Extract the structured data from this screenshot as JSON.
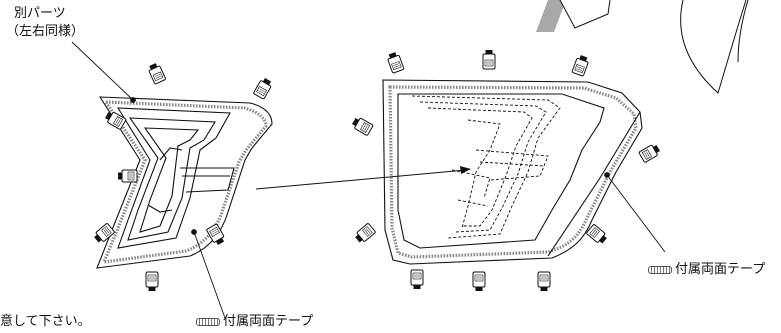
{
  "labels": {
    "separate_part_line1": "別パーツ",
    "separate_part_line2": "（左右同様）",
    "tape_left": "付属両面テープ",
    "tape_right": "付属両面テープ",
    "note_fragment": "意して下さい。"
  },
  "icons": {
    "spray": "spray-can-icon",
    "tape": "double-sided-tape-icon"
  },
  "colors": {
    "line": "#1a1a1a",
    "tape_fill": "#9a9a9a",
    "arrow_band": "#a8a8a8"
  }
}
